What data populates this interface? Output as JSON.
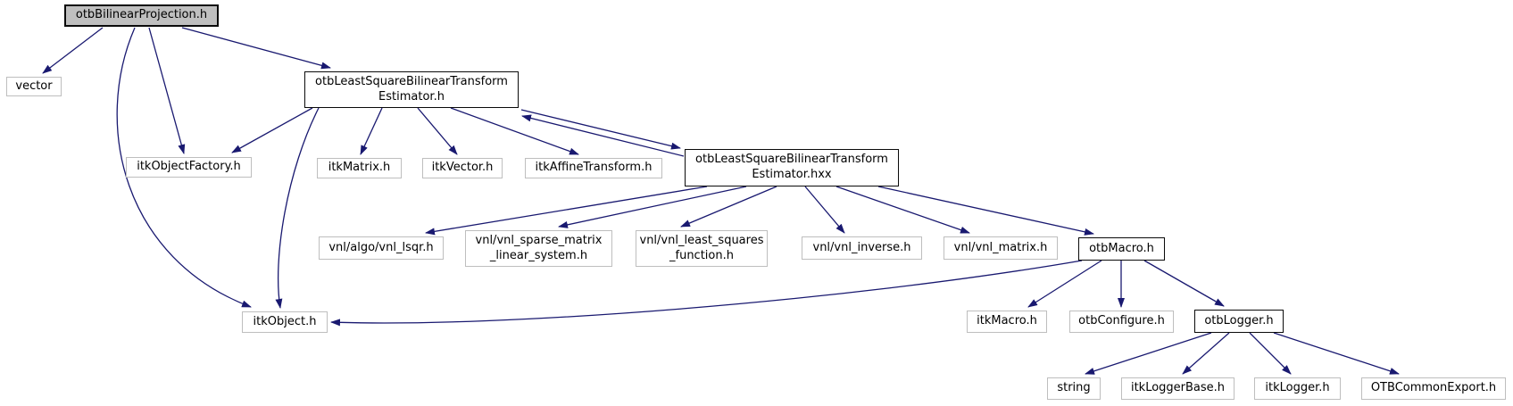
{
  "diagram": {
    "kind": "include-dependency-graph",
    "root_file": "otbBilinearProjection.h",
    "colors": {
      "edge": "#191970",
      "root_fill": "#bfbfbf",
      "node_fill": "#ffffff",
      "strong_border": "#0a0a0a",
      "leaf_border": "#bebebe",
      "text": "#000000",
      "background": "#ffffff"
    },
    "nodes": [
      {
        "id": "bilinear",
        "type": "root",
        "label": "otbBilinearProjection.h",
        "label_lines": [
          "otbBilinearProjection.h"
        ]
      },
      {
        "id": "vector",
        "type": "leaf",
        "label": "vector",
        "label_lines": [
          "vector"
        ]
      },
      {
        "id": "estimator_h",
        "type": "linked",
        "label": "otbLeastSquareBilinearTransformEstimator.h",
        "label_lines": [
          "otbLeastSquareBilinearTransform",
          "Estimator.h"
        ]
      },
      {
        "id": "itkObjectFactory",
        "type": "leaf",
        "label": "itkObjectFactory.h",
        "label_lines": [
          "itkObjectFactory.h"
        ]
      },
      {
        "id": "itkMatrix",
        "type": "leaf",
        "label": "itkMatrix.h",
        "label_lines": [
          "itkMatrix.h"
        ]
      },
      {
        "id": "itkVector",
        "type": "leaf",
        "label": "itkVector.h",
        "label_lines": [
          "itkVector.h"
        ]
      },
      {
        "id": "itkAffineTransform",
        "type": "leaf",
        "label": "itkAffineTransform.h",
        "label_lines": [
          "itkAffineTransform.h"
        ]
      },
      {
        "id": "estimator_hxx",
        "type": "linked",
        "label": "otbLeastSquareBilinearTransformEstimator.hxx",
        "label_lines": [
          "otbLeastSquareBilinearTransform",
          "Estimator.hxx"
        ]
      },
      {
        "id": "vnl_lsqr",
        "type": "leaf",
        "label": "vnl/algo/vnl_lsqr.h",
        "label_lines": [
          "vnl/algo/vnl_lsqr.h"
        ]
      },
      {
        "id": "vnl_sparse",
        "type": "leaf",
        "label": "vnl/vnl_sparse_matrix_linear_system.h",
        "label_lines": [
          "vnl/vnl_sparse_matrix",
          "_linear_system.h"
        ]
      },
      {
        "id": "vnl_lsq_func",
        "type": "leaf",
        "label": "vnl/vnl_least_squares_function.h",
        "label_lines": [
          "vnl/vnl_least_squares",
          "_function.h"
        ]
      },
      {
        "id": "vnl_inverse",
        "type": "leaf",
        "label": "vnl/vnl_inverse.h",
        "label_lines": [
          "vnl/vnl_inverse.h"
        ]
      },
      {
        "id": "vnl_matrix",
        "type": "leaf",
        "label": "vnl/vnl_matrix.h",
        "label_lines": [
          "vnl/vnl_matrix.h"
        ]
      },
      {
        "id": "otbMacro",
        "type": "linked",
        "label": "otbMacro.h",
        "label_lines": [
          "otbMacro.h"
        ]
      },
      {
        "id": "itkObject",
        "type": "leaf",
        "label": "itkObject.h",
        "label_lines": [
          "itkObject.h"
        ]
      },
      {
        "id": "itkMacro",
        "type": "leaf",
        "label": "itkMacro.h",
        "label_lines": [
          "itkMacro.h"
        ]
      },
      {
        "id": "otbConfigure",
        "type": "leaf",
        "label": "otbConfigure.h",
        "label_lines": [
          "otbConfigure.h"
        ]
      },
      {
        "id": "otbLogger",
        "type": "linked",
        "label": "otbLogger.h",
        "label_lines": [
          "otbLogger.h"
        ]
      },
      {
        "id": "string",
        "type": "leaf",
        "label": "string",
        "label_lines": [
          "string"
        ]
      },
      {
        "id": "itkLoggerBase",
        "type": "leaf",
        "label": "itkLoggerBase.h",
        "label_lines": [
          "itkLoggerBase.h"
        ]
      },
      {
        "id": "itkLogger",
        "type": "leaf",
        "label": "itkLogger.h",
        "label_lines": [
          "itkLogger.h"
        ]
      },
      {
        "id": "OTBCommonExport",
        "type": "leaf",
        "label": "OTBCommonExport.h",
        "label_lines": [
          "OTBCommonExport.h"
        ]
      }
    ],
    "edges": [
      {
        "from": "bilinear",
        "to": "vector"
      },
      {
        "from": "bilinear",
        "to": "estimator_h"
      },
      {
        "from": "bilinear",
        "to": "itkObjectFactory"
      },
      {
        "from": "bilinear",
        "to": "itkObject"
      },
      {
        "from": "estimator_h",
        "to": "itkObjectFactory"
      },
      {
        "from": "estimator_h",
        "to": "itkMatrix"
      },
      {
        "from": "estimator_h",
        "to": "itkVector"
      },
      {
        "from": "estimator_h",
        "to": "itkAffineTransform"
      },
      {
        "from": "estimator_h",
        "to": "estimator_hxx"
      },
      {
        "from": "estimator_hxx",
        "to": "estimator_h"
      },
      {
        "from": "estimator_h",
        "to": "itkObject"
      },
      {
        "from": "estimator_hxx",
        "to": "vnl_lsqr"
      },
      {
        "from": "estimator_hxx",
        "to": "vnl_sparse"
      },
      {
        "from": "estimator_hxx",
        "to": "vnl_lsq_func"
      },
      {
        "from": "estimator_hxx",
        "to": "vnl_inverse"
      },
      {
        "from": "estimator_hxx",
        "to": "vnl_matrix"
      },
      {
        "from": "estimator_hxx",
        "to": "otbMacro"
      },
      {
        "from": "otbMacro",
        "to": "itkObject"
      },
      {
        "from": "otbMacro",
        "to": "itkMacro"
      },
      {
        "from": "otbMacro",
        "to": "otbConfigure"
      },
      {
        "from": "otbMacro",
        "to": "otbLogger"
      },
      {
        "from": "otbLogger",
        "to": "string"
      },
      {
        "from": "otbLogger",
        "to": "itkLoggerBase"
      },
      {
        "from": "otbLogger",
        "to": "itkLogger"
      },
      {
        "from": "otbLogger",
        "to": "OTBCommonExport"
      }
    ]
  }
}
